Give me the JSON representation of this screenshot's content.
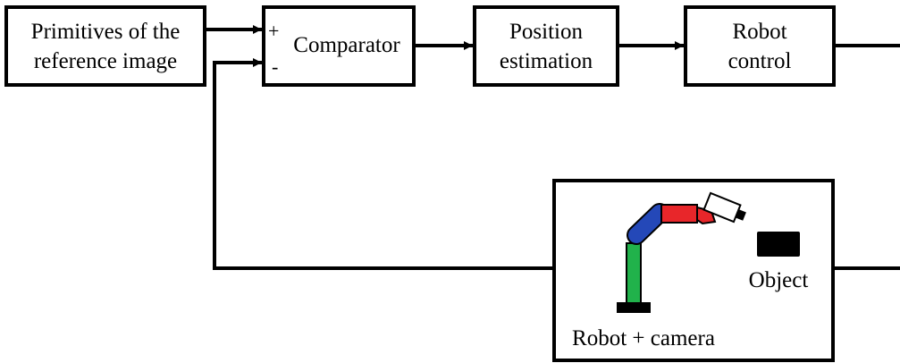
{
  "blocks": {
    "reference": {
      "line1": "Primitives of the",
      "line2": "reference image"
    },
    "comparator": {
      "label": "Comparator",
      "plus": "+",
      "minus": "-"
    },
    "position": {
      "line1": "Position",
      "line2": "estimation"
    },
    "control": {
      "line1": "Robot",
      "line2": "control"
    },
    "plant": {
      "robot_label": "Robot + camera",
      "object_label": "Object"
    }
  },
  "colors": {
    "arm_base_segment": "#21b24b",
    "arm_upper_segment": "#2448b8",
    "arm_forearm_segment": "#e8262a",
    "camera_body": "#ffffff",
    "object": "#000000",
    "lines": "#000000"
  }
}
